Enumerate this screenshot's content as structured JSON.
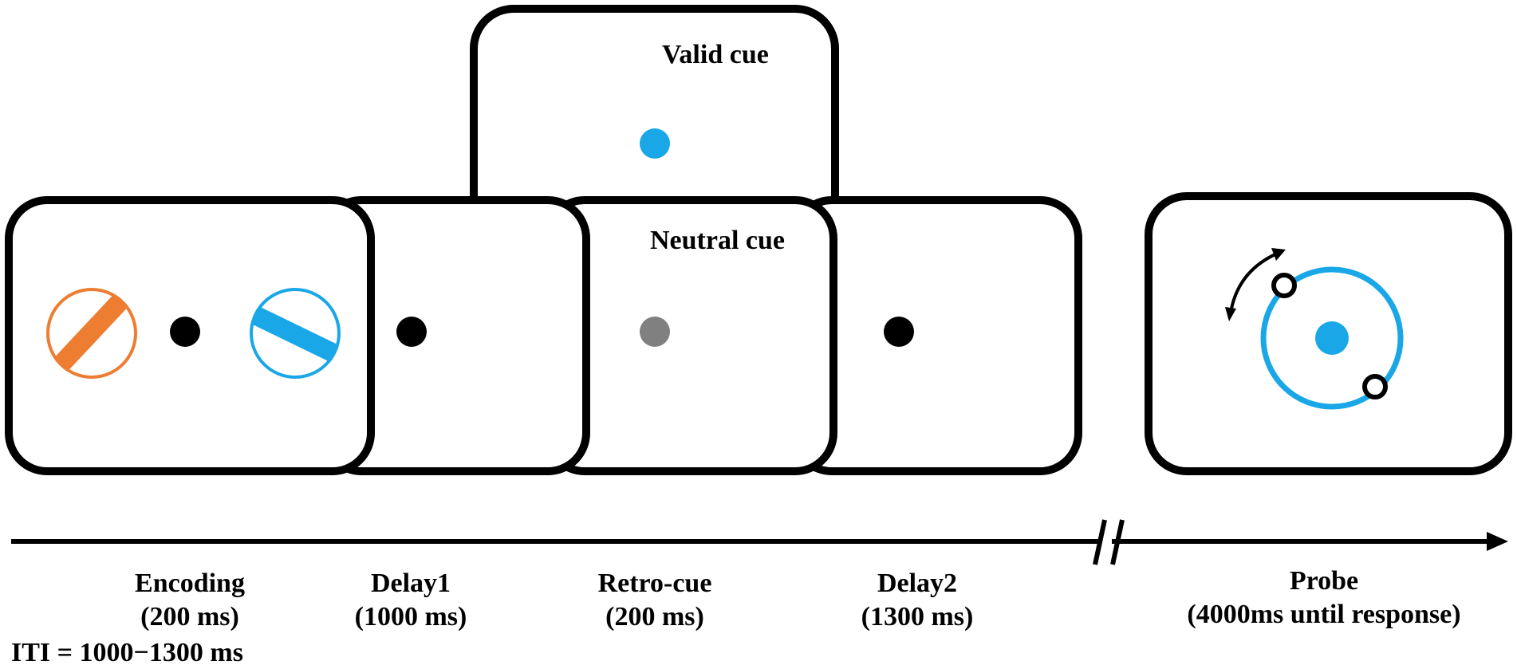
{
  "cues": {
    "valid_label": "Valid cue",
    "neutral_label": "Neutral cue"
  },
  "stages": [
    {
      "name": "Encoding",
      "duration": "(200 ms)"
    },
    {
      "name": "Delay1",
      "duration": "(1000 ms)"
    },
    {
      "name": "Retro-cue",
      "duration": "(200 ms)"
    },
    {
      "name": "Delay2",
      "duration": "(1300 ms)"
    },
    {
      "name": "Probe",
      "duration": "(4000ms until response)"
    }
  ],
  "iti": "ITI = 1000−1300 ms",
  "colors": {
    "orange": "#ED7D31",
    "blue": "#1AA7E8",
    "gray": "#808080",
    "black": "#000000",
    "frame_fill": "#ffffff"
  }
}
